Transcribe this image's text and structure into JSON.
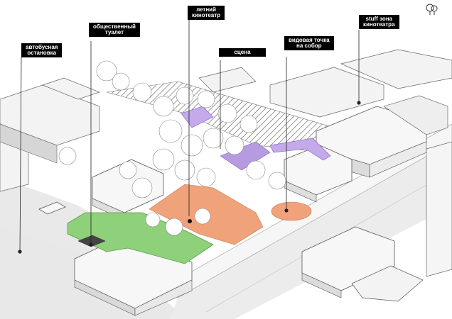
{
  "labels": {
    "bus_stop": [
      "автобусная",
      "остановка"
    ],
    "toilet": [
      "общественный",
      "туалет"
    ],
    "summer_cinema": [
      "летний",
      "кинотеатр"
    ],
    "stage": [
      "сцена"
    ],
    "viewpoint": [
      "видовая точка",
      "на собор"
    ],
    "staff_zone": [
      "stuff зона",
      "кинотеатра"
    ]
  },
  "colors": {
    "lawn": "#8fd07a",
    "plaza": "#f0a27a",
    "stage": "#b79be0",
    "building_roof": "#f2f2f2",
    "building_wall": "#dcdcdc",
    "street": "#e6e6e6",
    "label_bg": "#000000"
  },
  "icons": {
    "logo": "tree-outline-icon"
  }
}
